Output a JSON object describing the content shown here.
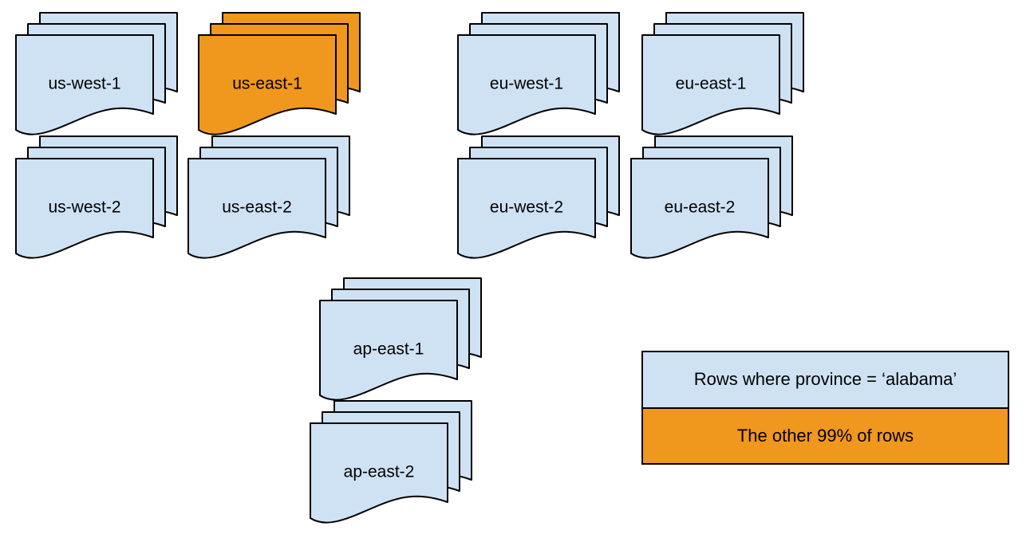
{
  "colors": {
    "region_fill": "#cfe2f3",
    "highlight_fill": "#f0971d",
    "outline": "#000000"
  },
  "stacks": [
    {
      "label": "us-west-1",
      "variant": "default"
    },
    {
      "label": "us-east-1",
      "variant": "highlight"
    },
    {
      "label": "eu-west-1",
      "variant": "default"
    },
    {
      "label": "eu-east-1",
      "variant": "default"
    },
    {
      "label": "us-west-2",
      "variant": "default"
    },
    {
      "label": "us-east-2",
      "variant": "default"
    },
    {
      "label": "eu-west-2",
      "variant": "default"
    },
    {
      "label": "eu-east-2",
      "variant": "default"
    },
    {
      "label": "ap-east-1",
      "variant": "default"
    },
    {
      "label": "ap-east-2",
      "variant": "default"
    }
  ],
  "legend": {
    "items": [
      {
        "label": "Rows where province = ‘alabama’",
        "variant": "default"
      },
      {
        "label": "The other 99% of rows",
        "variant": "highlight"
      }
    ]
  }
}
